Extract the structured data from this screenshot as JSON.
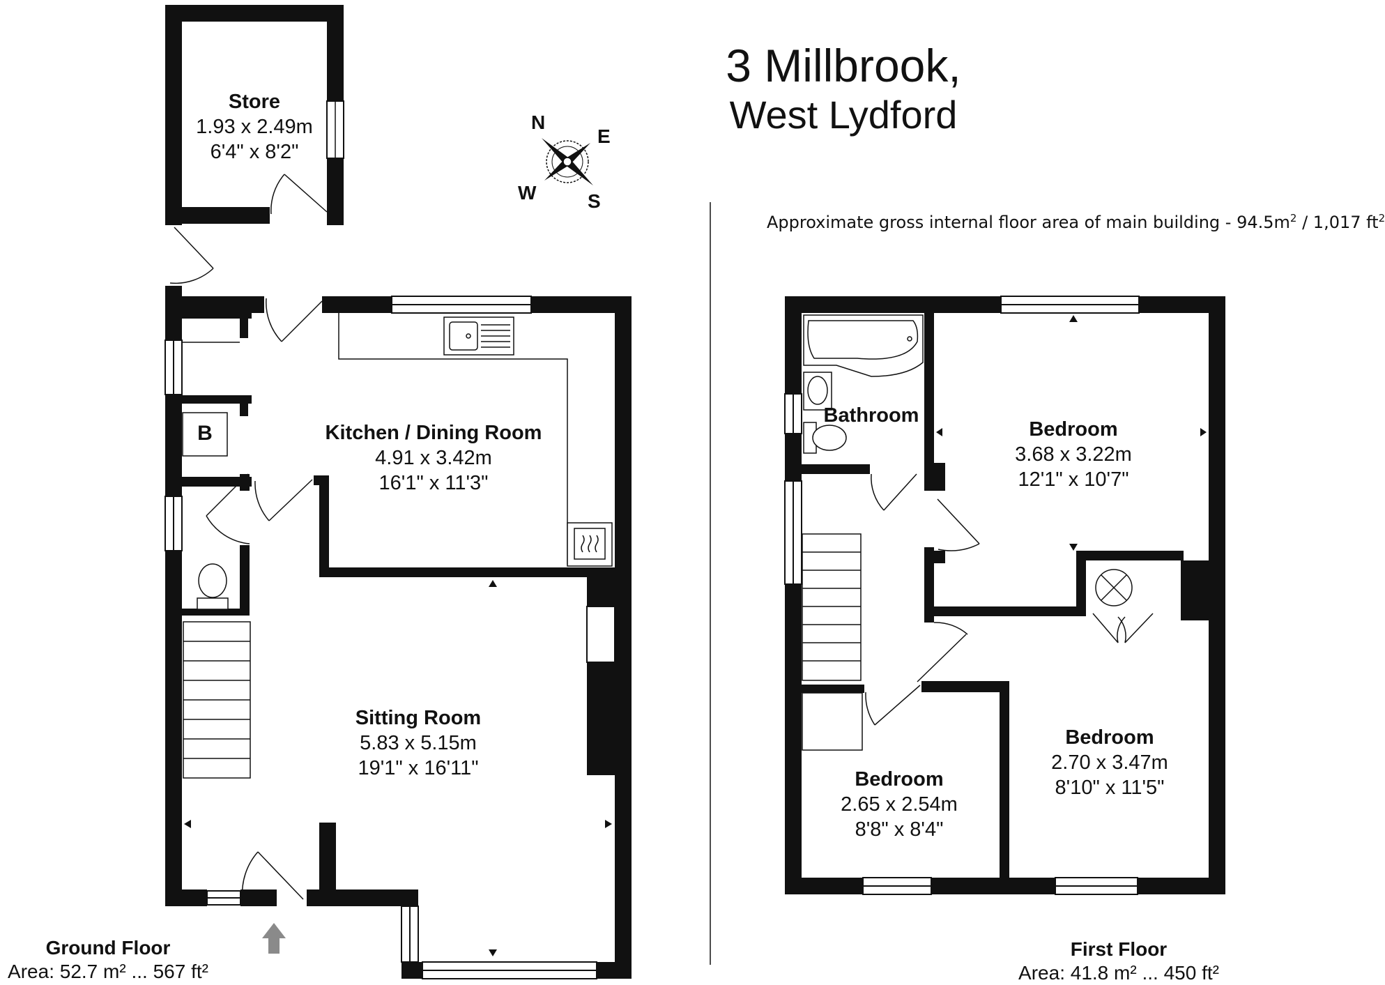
{
  "title": {
    "line1": "3 Millbrook,",
    "line2": "West Lydford"
  },
  "area_note": {
    "prefix": "Approximate gross internal floor area of main building  -  ",
    "metric": "94.5m",
    "separator": " / ",
    "imperial": "1,017 ft",
    "sup": "2"
  },
  "compass": {
    "n": "N",
    "e": "E",
    "s": "S",
    "w": "W"
  },
  "ground_floor": {
    "name": "Ground Floor",
    "area": "Area: 52.7 m² ... 567 ft²",
    "boiler_label": "B",
    "rooms": {
      "store": {
        "name": "Store",
        "metric": "1.93 x 2.49m",
        "imperial": "6'4\" x 8'2\""
      },
      "kitchen": {
        "name": "Kitchen / Dining Room",
        "metric": "4.91 x 3.42m",
        "imperial": "16'1\" x 11'3\""
      },
      "sitting": {
        "name": "Sitting Room",
        "metric": "5.83 x 5.15m",
        "imperial": "19'1\" x 16'11\""
      }
    }
  },
  "first_floor": {
    "name": "First Floor",
    "area": "Area: 41.8 m² ... 450 ft²",
    "rooms": {
      "bathroom": {
        "name": "Bathroom"
      },
      "bedroom1": {
        "name": "Bedroom",
        "metric": "3.68 x 3.22m",
        "imperial": "12'1\" x 10'7\""
      },
      "bedroom2": {
        "name": "Bedroom",
        "metric": "2.70 x 3.47m",
        "imperial": "8'10\" x 11'5\""
      },
      "bedroom3": {
        "name": "Bedroom",
        "metric": "2.65 x 2.54m",
        "imperial": "8'8\" x 8'4\""
      }
    }
  }
}
